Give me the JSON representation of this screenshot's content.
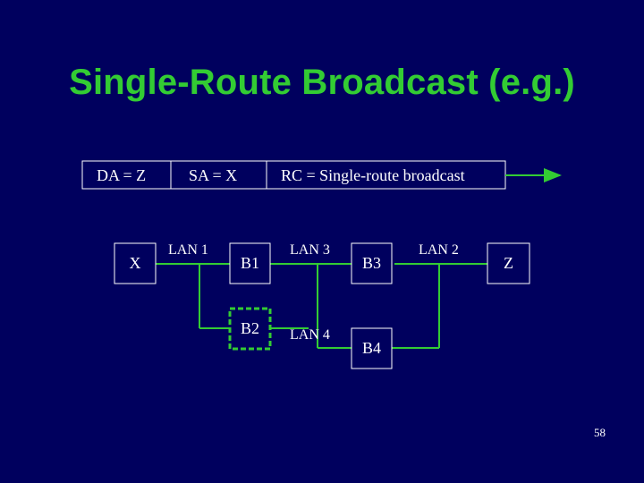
{
  "slide": {
    "title": "Single-Route Broadcast (e.g.)",
    "page_number": "58"
  },
  "frame": {
    "da": "DA = Z",
    "sa": "SA = X",
    "rc": "RC = Single-route broadcast"
  },
  "stations": {
    "x": "X",
    "z": "Z"
  },
  "bridges": {
    "b1": "B1",
    "b2": "B2",
    "b3": "B3",
    "b4": "B4"
  },
  "lans": {
    "lan1": "LAN 1",
    "lan2": "LAN 2",
    "lan3": "LAN 3",
    "lan4": "LAN 4"
  },
  "colors": {
    "background": "#00005e",
    "title": "#33cc33",
    "lines": "#33cc33",
    "text": "#ffffff",
    "frame_border": "#ffffff"
  }
}
